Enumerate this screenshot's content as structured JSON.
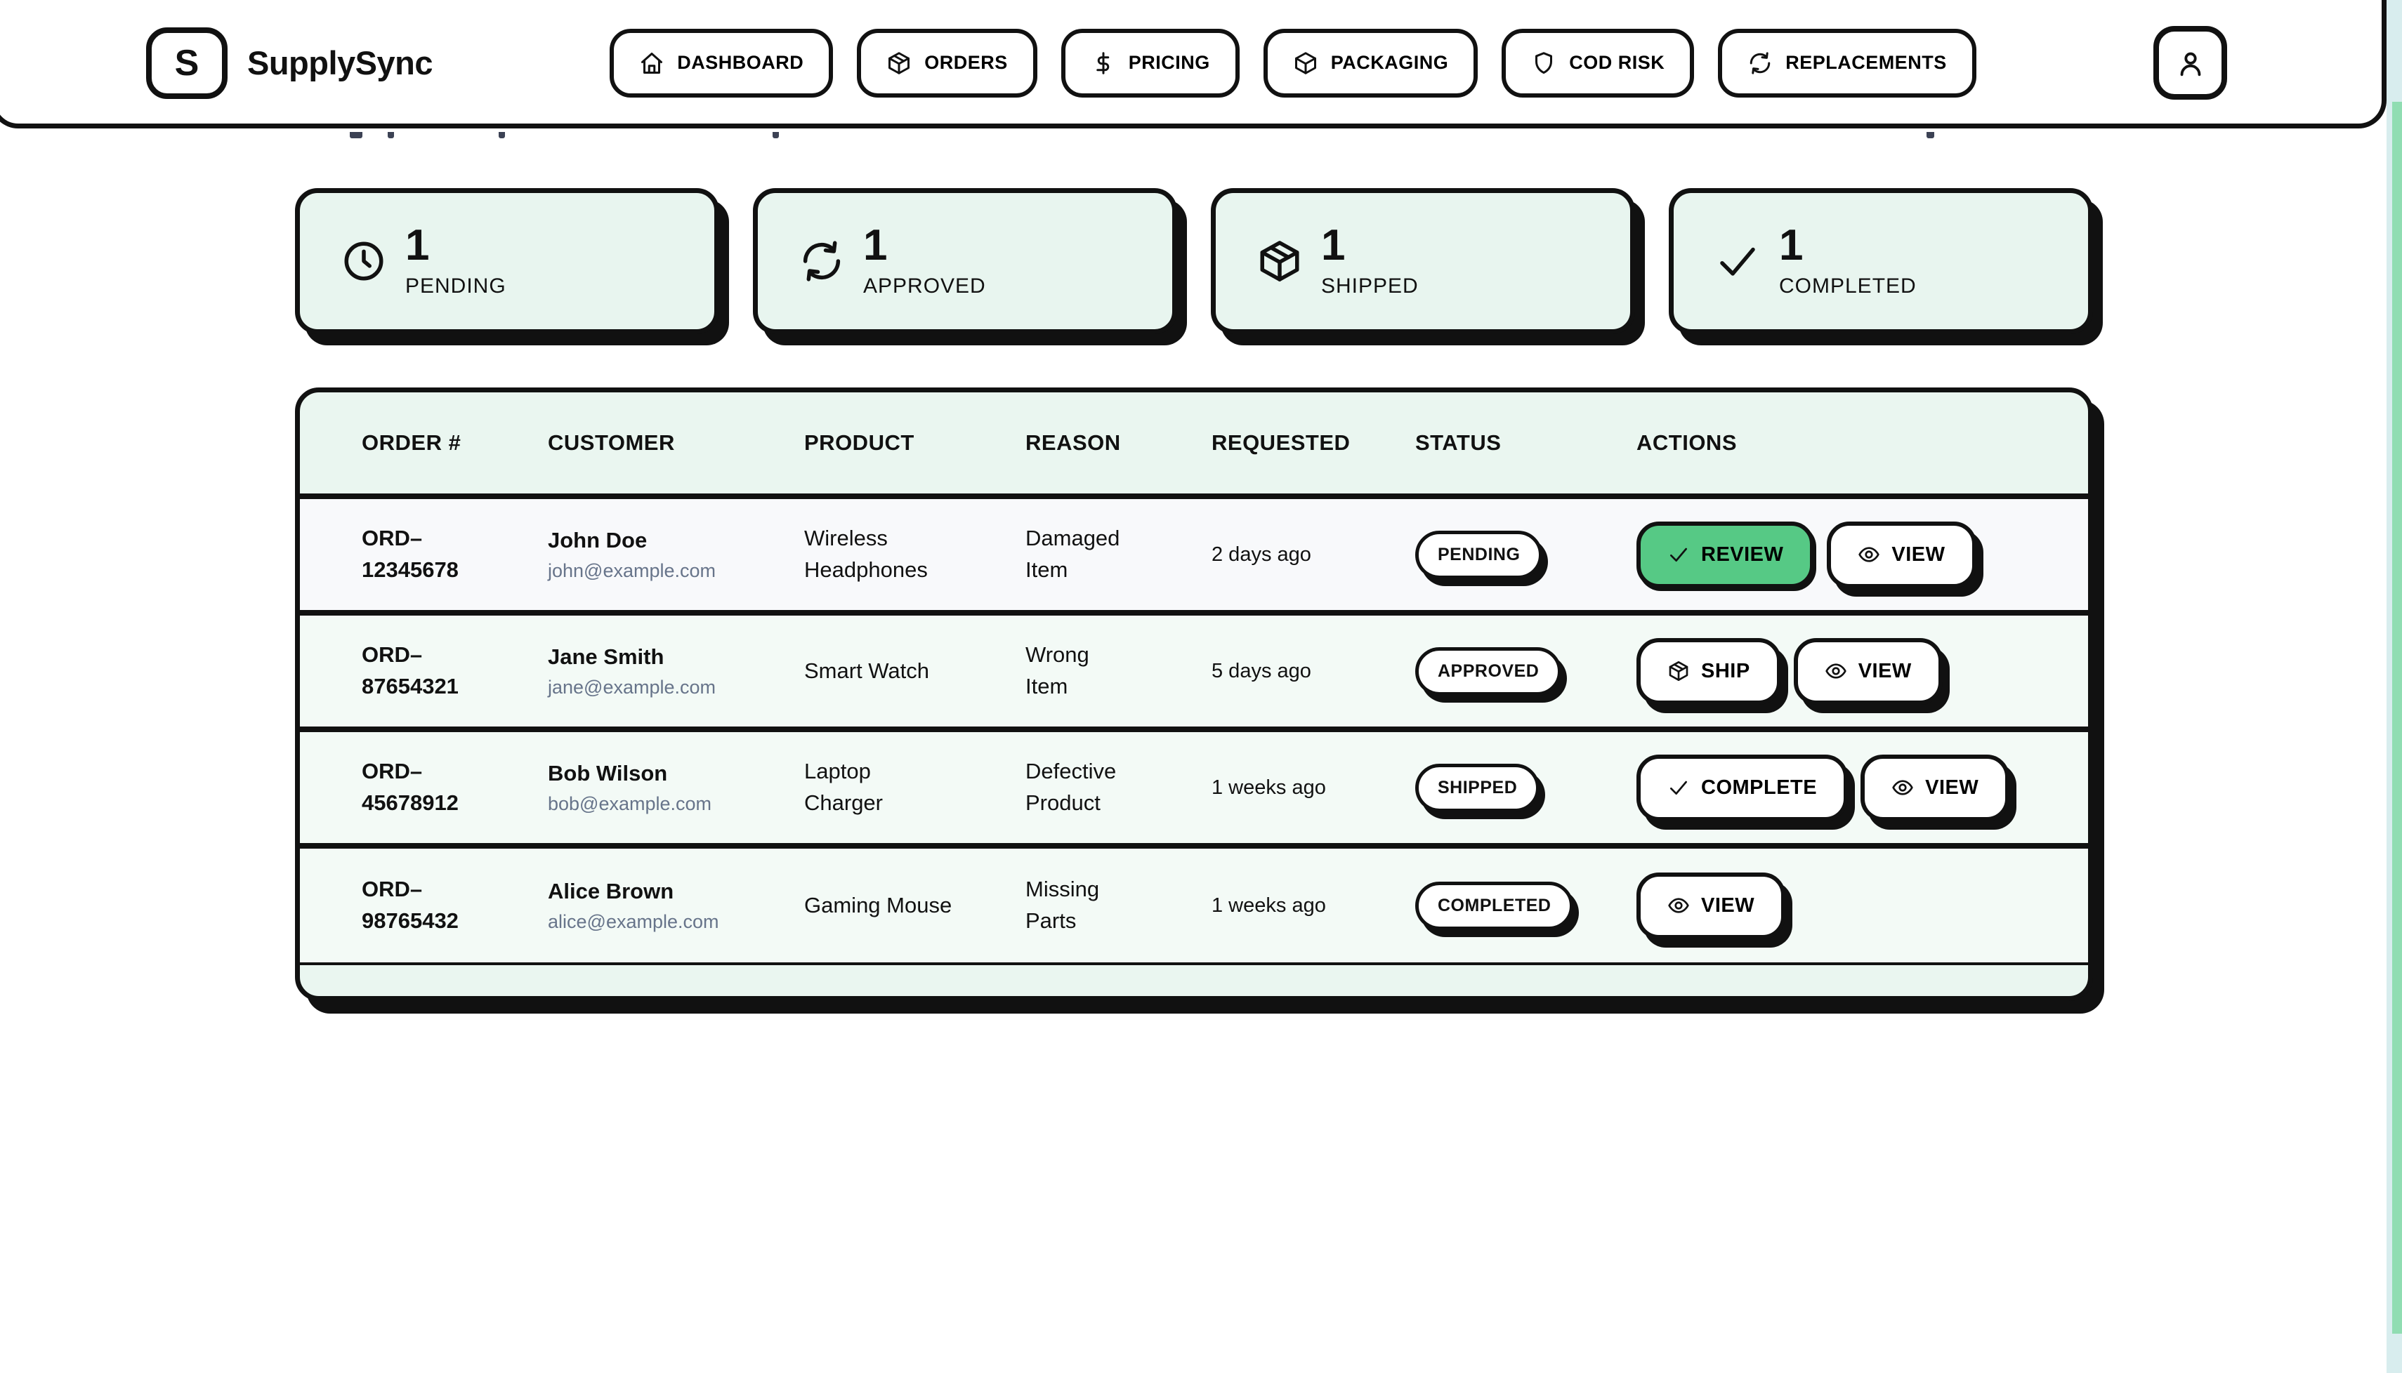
{
  "header": {
    "brand": {
      "logo_letter": "S",
      "name": "SupplySync"
    },
    "nav": [
      {
        "label": "DASHBOARD",
        "icon": "home-icon"
      },
      {
        "label": "ORDERS",
        "icon": "package-icon"
      },
      {
        "label": "PRICING",
        "icon": "dollar-icon"
      },
      {
        "label": "PACKAGING",
        "icon": "cube-icon"
      },
      {
        "label": "COD RISK",
        "icon": "shield-icon"
      },
      {
        "label": "REPLACEMENTS",
        "icon": "sync-icon"
      }
    ],
    "user_button": {
      "icon": "user-icon"
    }
  },
  "stats": [
    {
      "value": "1",
      "label": "PENDING",
      "icon": "clock-icon"
    },
    {
      "value": "1",
      "label": "APPROVED",
      "icon": "sync-icon"
    },
    {
      "value": "1",
      "label": "SHIPPED",
      "icon": "package-icon"
    },
    {
      "value": "1",
      "label": "COMPLETED",
      "icon": "check-icon"
    }
  ],
  "table": {
    "columns": [
      "ORDER #",
      "CUSTOMER",
      "PRODUCT",
      "REASON",
      "REQUESTED",
      "STATUS",
      "ACTIONS"
    ],
    "rows": [
      {
        "order_id": "ORD–12345678",
        "customer_name": "John Doe",
        "customer_email": "john@example.com",
        "product": "Wireless Headphones",
        "reason": "Damaged Item",
        "requested": "2 days ago",
        "status": "PENDING",
        "actions": [
          {
            "label": "REVIEW",
            "icon": "check-icon",
            "variant": "primary"
          },
          {
            "label": "VIEW",
            "icon": "eye-icon",
            "variant": "default"
          }
        ]
      },
      {
        "order_id": "ORD–87654321",
        "customer_name": "Jane Smith",
        "customer_email": "jane@example.com",
        "product": "Smart Watch",
        "reason": "Wrong Item",
        "requested": "5 days ago",
        "status": "APPROVED",
        "actions": [
          {
            "label": "SHIP",
            "icon": "package-icon",
            "variant": "default"
          },
          {
            "label": "VIEW",
            "icon": "eye-icon",
            "variant": "default"
          }
        ]
      },
      {
        "order_id": "ORD–45678912",
        "customer_name": "Bob Wilson",
        "customer_email": "bob@example.com",
        "product": "Laptop Charger",
        "reason": "Defective Product",
        "requested": "1 weeks ago",
        "status": "SHIPPED",
        "actions": [
          {
            "label": "COMPLETE",
            "icon": "check-icon",
            "variant": "default"
          },
          {
            "label": "VIEW",
            "icon": "eye-icon",
            "variant": "default"
          }
        ]
      },
      {
        "order_id": "ORD–98765432",
        "customer_name": "Alice Brown",
        "customer_email": "alice@example.com",
        "product": "Gaming Mouse",
        "reason": "Missing Parts",
        "requested": "1 weeks ago",
        "status": "COMPLETED",
        "actions": [
          {
            "label": "VIEW",
            "icon": "eye-icon",
            "variant": "default"
          }
        ]
      }
    ]
  },
  "colors": {
    "accent_green": "#56c985",
    "card_mint": "#e8f5ef",
    "table_mint": "#eaf6f0",
    "row_highlight": "#f8f9fb",
    "ink": "#111111",
    "muted_text": "#67748a",
    "scrollbar_track": "#d8edee",
    "scrollbar_thumb": "#90ddb2"
  }
}
